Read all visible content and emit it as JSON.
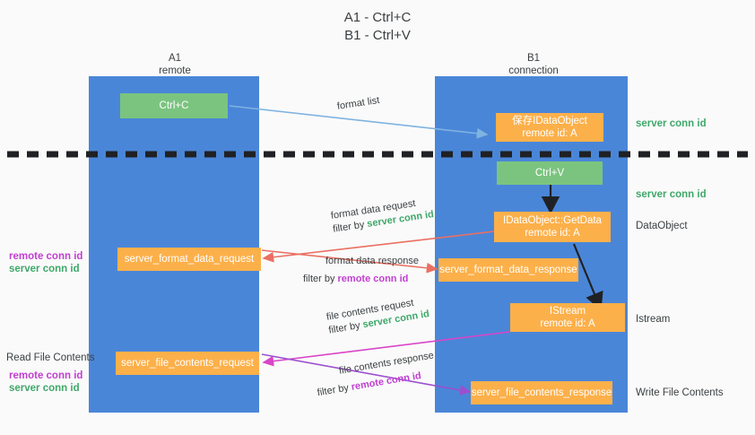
{
  "title": {
    "line1": "A1 - Ctrl+C",
    "line2": "B1 - Ctrl+V"
  },
  "columns": [
    {
      "name": "A1",
      "sub": "remote"
    },
    {
      "name": "B1",
      "sub": "connection"
    }
  ],
  "boxes": {
    "ctrl_c": "Ctrl+C",
    "ctrl_v": "Ctrl+V",
    "save_idataobject_l1": "保存IDataObject",
    "save_idataobject_l2": "remote id: A",
    "getdata_l1": "IDataObject::GetData",
    "getdata_l2": "remote id: A",
    "istream_l1": "IStream",
    "istream_l2": "remote id: A",
    "server_format_data_request": "server_format_data_request",
    "server_format_data_response": "server_format_data_response",
    "server_file_contents_request": "server_file_contents_request",
    "server_file_contents_response": "server_file_contents_response"
  },
  "right_labels": {
    "server_conn_id_1": "server conn id",
    "server_conn_id_2": "server conn id",
    "dataobject": "DataObject",
    "istream": "Istream",
    "write_file_contents": "Write File Contents"
  },
  "left_labels": {
    "remote_conn_id_1": "remote conn id",
    "server_conn_id_1": "server conn id",
    "read_file_contents": "Read File Contents",
    "remote_conn_id_2": "remote conn id",
    "server_conn_id_2": "server conn id"
  },
  "edges": {
    "format_list": "format list",
    "format_data_request": "format data request",
    "format_data_request_filter_prefix": "filter by ",
    "format_data_request_filter_key": "server conn id",
    "format_data_response": "format data response",
    "format_data_response_filter_prefix": "filter by ",
    "format_data_response_filter_key": "remote conn id",
    "file_contents_request": "file contents request",
    "file_contents_request_filter_prefix": "filter by ",
    "file_contents_request_filter_key": "server conn id",
    "file_contents_response": "file contents response",
    "file_contents_response_filter_prefix": "filter by ",
    "file_contents_response_filter_key": "remote conn id"
  },
  "colors": {
    "lane": "#4a86d8",
    "green_box": "#7bc47f",
    "orange_box": "#fcb04a",
    "green_text": "#3fa86a",
    "purple_text": "#c13fd1",
    "arrow_light_blue": "#7fb3e0",
    "arrow_red": "#ea6f62",
    "arrow_magenta": "#d945c8",
    "arrow_purple": "#9c4fd0",
    "arrow_black": "#202124",
    "background": "#fafafa"
  }
}
